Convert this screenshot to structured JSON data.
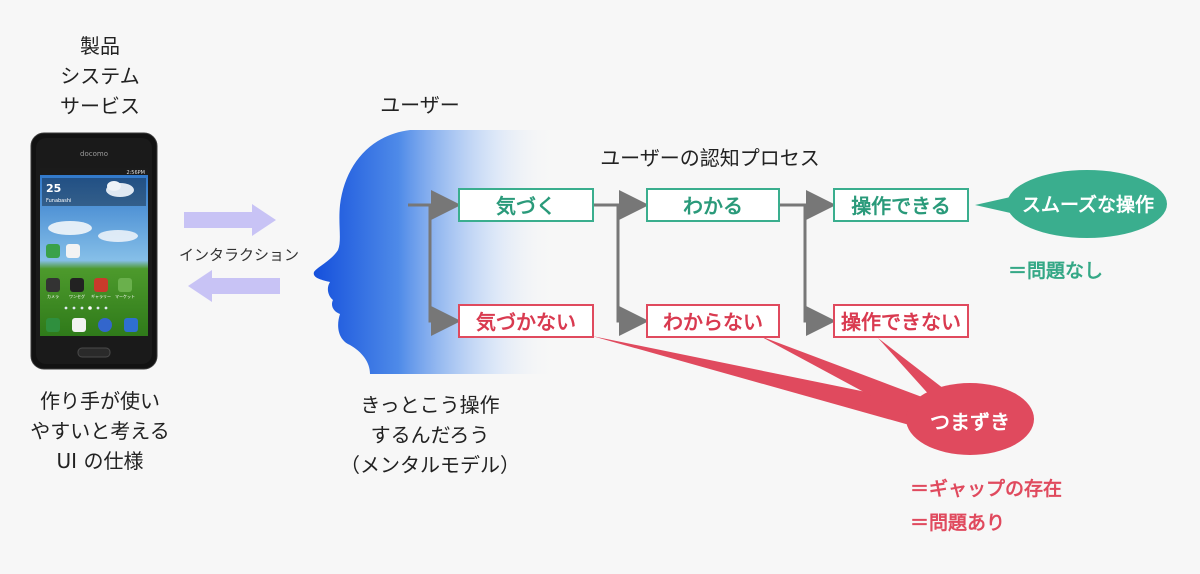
{
  "product": {
    "lines": [
      "製品",
      "システム",
      "サービス"
    ],
    "caption_lines": [
      "作り手が使い",
      "やすいと考える",
      "UI の仕様"
    ]
  },
  "phone": {
    "carrier": "docomo",
    "clock": "2:56PM",
    "widget_time": "25",
    "widget_place": "Funabashi",
    "apps_row": [
      "カメラ",
      "ワンセグ",
      "ギャラリー",
      "マーケット"
    ]
  },
  "interaction": {
    "label": "インタラクション"
  },
  "user": {
    "title": "ユーザー",
    "caption_lines": [
      "きっとこう操作",
      "するんだろう",
      "（メンタルモデル）"
    ]
  },
  "process": {
    "title": "ユーザーの認知プロセス",
    "success": [
      "気づく",
      "わかる",
      "操作できる"
    ],
    "failure": [
      "気づかない",
      "わからない",
      "操作できない"
    ]
  },
  "outcome": {
    "smooth_label": "スムーズな操作",
    "smooth_note": "＝問題なし",
    "stumble_label": "つまずき",
    "stumble_notes": [
      "＝ギャップの存在",
      "＝問題あり"
    ]
  },
  "colors": {
    "success": "#3aae8e",
    "failure": "#e04a5e",
    "arrow": "#c8c3f5",
    "connector": "#777777",
    "head": "#1f5fe0"
  }
}
